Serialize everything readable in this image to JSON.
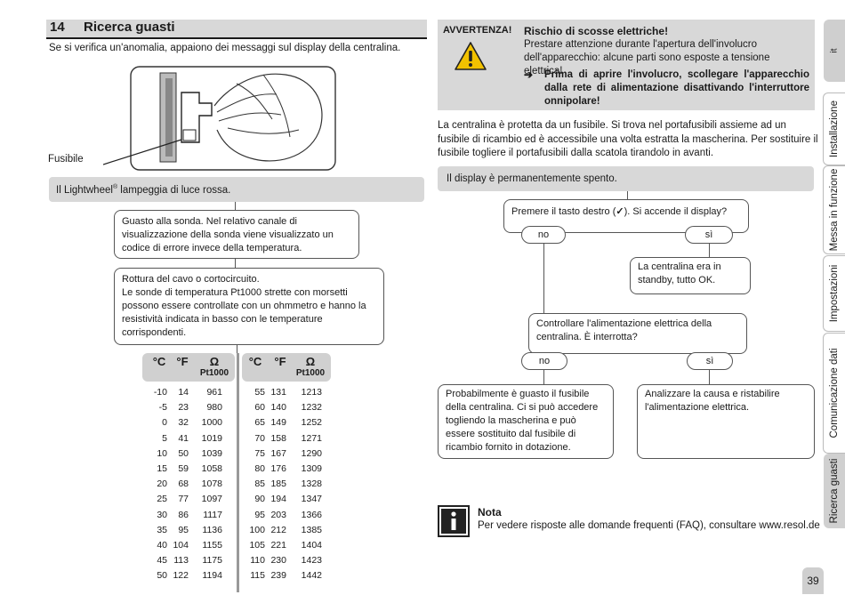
{
  "section": {
    "number": "14",
    "title": "Ricerca guasti"
  },
  "intro": "Se si verifica un'anomalia, appaiono dei messaggi sul display della centralina.",
  "figure": {
    "label": "Fusibile"
  },
  "left_flow": {
    "header": "Il Lightwheel",
    "header_sup": "®",
    "header_rest": " lampeggia di luce rossa.",
    "box1": "Guasto alla sonda. Nel relativo canale di visualizzazione della sonda viene visualizzato un codice di errore invece della temperatura.",
    "box2_title": "Rottura del cavo o cortocircuito.",
    "box2_body": "Le sonde di temperatura Pt1000 strette con morsetti possono essere controllate con un ohmmetro e hanno la resistività indicata in basso con le temperature corrispondenti."
  },
  "table": {
    "headers": [
      "°C",
      "°F",
      "Ω",
      "Pt1000"
    ],
    "left": {
      "c": [
        "-10",
        "-5",
        "0",
        "5",
        "10",
        "15",
        "20",
        "25",
        "30",
        "35",
        "40",
        "45",
        "50"
      ],
      "f": [
        "14",
        "23",
        "32",
        "41",
        "50",
        "59",
        "68",
        "77",
        "86",
        "95",
        "104",
        "113",
        "122"
      ],
      "r": [
        "961",
        "980",
        "1000",
        "1019",
        "1039",
        "1058",
        "1078",
        "1097",
        "1117",
        "1136",
        "1155",
        "1175",
        "1194"
      ]
    },
    "right": {
      "c": [
        "55",
        "60",
        "65",
        "70",
        "75",
        "80",
        "85",
        "90",
        "95",
        "100",
        "105",
        "110",
        "115"
      ],
      "f": [
        "131",
        "140",
        "149",
        "158",
        "167",
        "176",
        "185",
        "194",
        "203",
        "212",
        "221",
        "230",
        "239"
      ],
      "r": [
        "1213",
        "1232",
        "1252",
        "1271",
        "1290",
        "1309",
        "1328",
        "1347",
        "1366",
        "1385",
        "1404",
        "1423",
        "1442"
      ]
    }
  },
  "warning": {
    "label": "AVVERTENZA!",
    "title": "Rischio di scosse elettriche!",
    "body": "Prestare attenzione durante l'apertura dell'involucro dell'apparecchio: alcune parti sono esposte a tensione elettrica!",
    "action": "Prima di aprire l'involucro, scollegare l'apparecchio dalla rete di alimentazione disattivando l'interruttore onnipolare!"
  },
  "fuse_text": "La centralina è protetta da un fusibile. Si trova nel portafusibili assieme ad un fusibile di ricambio ed è accessibile una volta estratta la mascherina. Per sostituire il fusibile togliere il portafusibili dalla scatola tirandolo in avanti.",
  "right_flow": {
    "header": "Il display è permanentemente spento.",
    "q1_a": "Premere il tasto destro (",
    "q1_check": "✓",
    "q1_b": "). Si accende il display?",
    "no": "no",
    "si": "sì",
    "standby": "La centralina era in standby, tutto OK.",
    "q2": "Controllare l'alimentazione elettrica della centralina. È interrotta?",
    "no2": "no",
    "si2": "sì",
    "result_no": "Probabilmente è guasto il fusibile della centralina. Ci si può accedere togliendo la mascherina e può essere sostituito dal fusibile di ricambio fornito in dotazione.",
    "result_si": "Analizzare la causa e ristabilire l'alimentazione elettrica."
  },
  "note": {
    "title": "Nota",
    "body": "Per vedere risposte alle domande frequenti (FAQ), consultare www.resol.de"
  },
  "side_tabs": [
    "it",
    "Installazione",
    "Messa in funzione",
    "Impostazioni",
    "Comunicazione dati",
    "Ricerca guasti"
  ],
  "page_number": "39"
}
